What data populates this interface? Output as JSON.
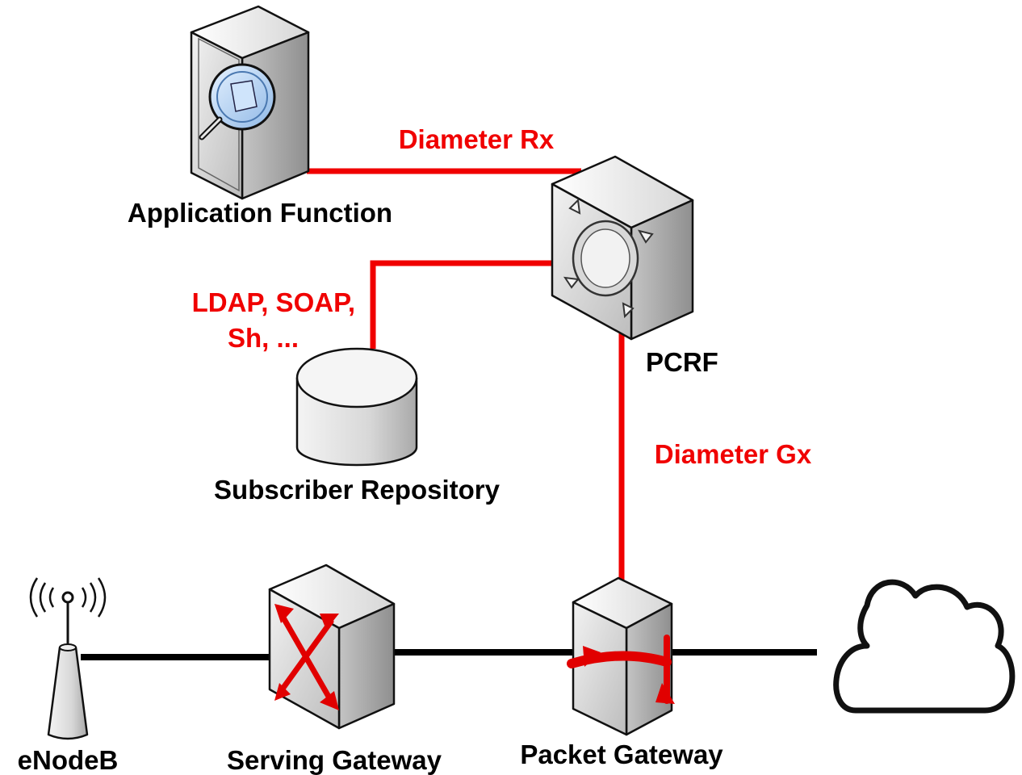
{
  "colors": {
    "signaling_link": "#f00000",
    "data_link": "#000000",
    "node_label": "#000000",
    "link_label": "#f00000"
  },
  "nodes": {
    "application_function": {
      "label": "Application Function",
      "icon": "server-magnifier-icon"
    },
    "pcrf": {
      "label": "PCRF",
      "icon": "router-box-icon"
    },
    "subscriber_repository": {
      "label": "Subscriber Repository",
      "icon": "database-cylinder-icon"
    },
    "enodeb": {
      "label": "eNodeB",
      "icon": "radio-antenna-icon"
    },
    "serving_gateway": {
      "label": "Serving Gateway",
      "icon": "switch-box-icon"
    },
    "packet_gateway": {
      "label": "Packet Gateway",
      "icon": "gateway-tower-icon"
    },
    "internet": {
      "icon": "cloud-icon"
    }
  },
  "links": {
    "rx": {
      "label": "Diameter Rx"
    },
    "gx": {
      "label": "Diameter Gx"
    },
    "repo": {
      "label_line1": "LDAP, SOAP,",
      "label_line2": "Sh, ..."
    }
  }
}
